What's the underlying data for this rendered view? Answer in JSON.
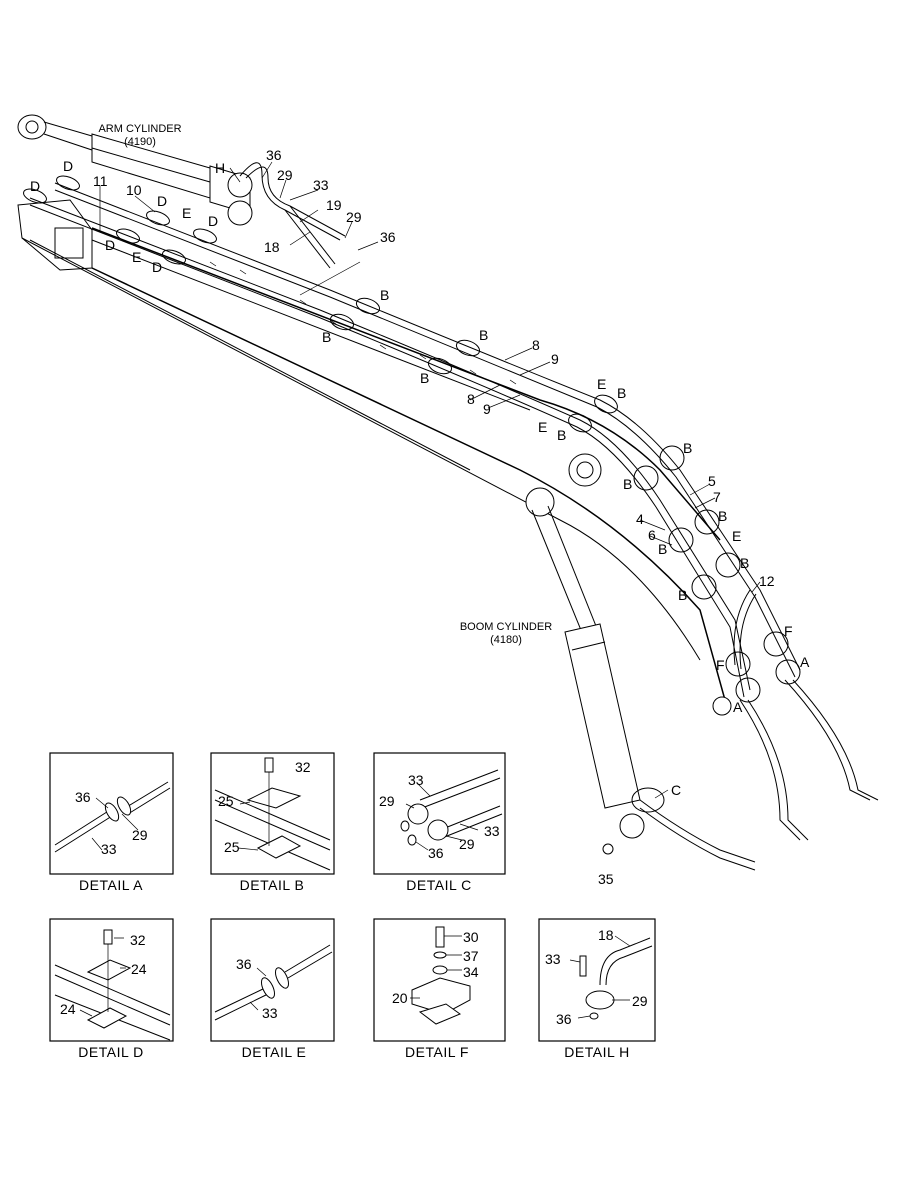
{
  "main_labels": {
    "arm_cylinder": "ARM CYLINDER",
    "arm_cylinder_no": "(4190)",
    "boom_cylinder": "BOOM CYLINDER",
    "boom_cylinder_no": "(4180)"
  },
  "callouts": {
    "n36a": "36",
    "n29a": "29",
    "n33a": "33",
    "n19": "19",
    "n18": "18",
    "n29b": "29",
    "n36b": "36",
    "h": "H",
    "n11": "11",
    "n10": "10",
    "n8a": "8",
    "n9a": "9",
    "n8b": "8",
    "n9b": "9",
    "n5": "5",
    "n7": "7",
    "n4": "4",
    "n6": "6",
    "n12": "12",
    "n35": "35",
    "c": "C"
  },
  "letters": {
    "d": "D",
    "e": "E",
    "b": "B",
    "f": "F",
    "a": "A"
  },
  "details": {
    "a": {
      "caption": "DETAIL  A",
      "n36": "36",
      "n29": "29",
      "n33": "33"
    },
    "b": {
      "caption": "DETAIL  B",
      "n32": "32",
      "n25a": "25",
      "n25b": "25"
    },
    "c": {
      "caption": "DETAIL  C",
      "n33a": "33",
      "n29a": "29",
      "n33b": "33",
      "n29b": "29",
      "n36": "36"
    },
    "d": {
      "caption": "DETAIL  D",
      "n32": "32",
      "n24a": "24",
      "n24b": "24"
    },
    "e": {
      "caption": "DETAIL  E",
      "n36": "36",
      "n33": "33"
    },
    "f": {
      "caption": "DETAIL  F",
      "n30": "30",
      "n37": "37",
      "n34": "34",
      "n20": "20"
    },
    "h": {
      "caption": "DETAIL  H",
      "n18": "18",
      "n33": "33",
      "n29": "29",
      "n36": "36"
    }
  }
}
